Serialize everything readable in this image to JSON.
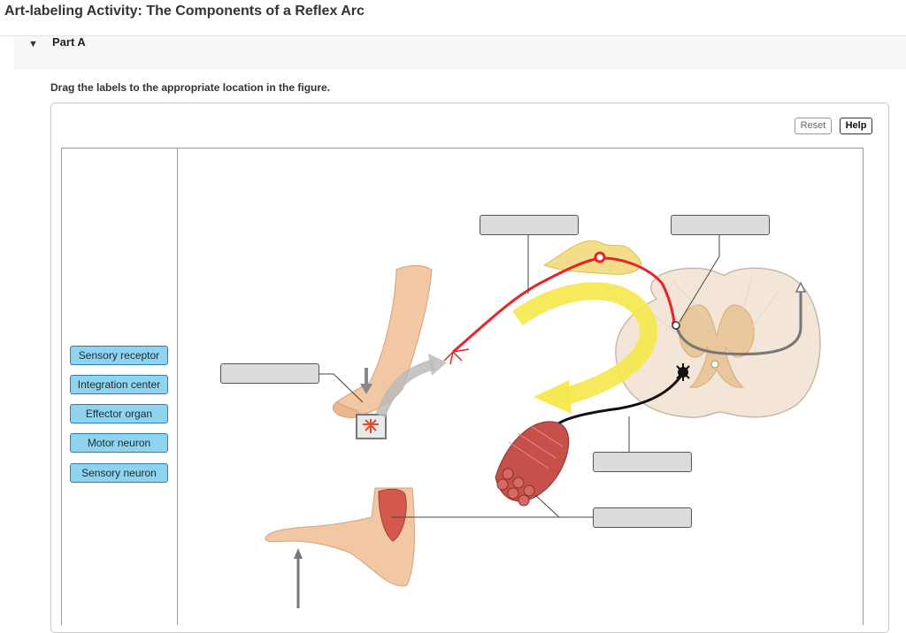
{
  "header": {
    "title": "Art-labeling Activity: The Components of a Reflex Arc"
  },
  "part": {
    "label": "Part A",
    "expanded": true
  },
  "instructions": "Drag the labels to the appropriate location in the figure.",
  "toolbar": {
    "reset_label": "Reset",
    "help_label": "Help"
  },
  "label_bank": {
    "items": [
      {
        "label": "Sensory receptor"
      },
      {
        "label": "Integration center"
      },
      {
        "label": "Effector organ"
      },
      {
        "label": "Motor neuron"
      },
      {
        "label": "Sensory neuron"
      }
    ]
  },
  "figure": {
    "drop_targets": [
      {
        "name": "drop-target-sensory-neuron-line",
        "value": ""
      },
      {
        "name": "drop-target-spinal-cord",
        "value": ""
      },
      {
        "name": "drop-target-skin-receptor",
        "value": ""
      },
      {
        "name": "drop-target-motor-line",
        "value": ""
      },
      {
        "name": "drop-target-muscle",
        "value": ""
      }
    ],
    "colors": {
      "sensory_neuron": "#e8242a",
      "motor_neuron": "#111111",
      "impulse_arrow": "#f5e84a",
      "skin": "#f2c7a3",
      "spinal_cord": "#f3e6d8",
      "gray_matter": "#e8c79c",
      "muscle": "#c6504a",
      "label_chip": "#8fd3ef"
    }
  }
}
